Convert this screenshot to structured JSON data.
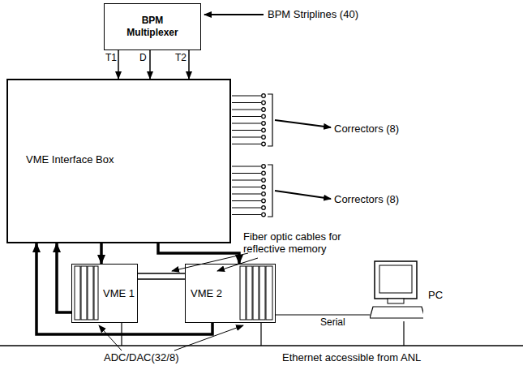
{
  "diagram": {
    "nodes": [
      {
        "text": [
          "BPM Multiplexer"
        ]
      },
      {
        "text": [
          "VME Interface Box"
        ]
      },
      {
        "text": [
          "VME 1"
        ]
      },
      {
        "text": [
          "VME 2"
        ]
      },
      {
        "text": [
          "PC"
        ]
      }
    ],
    "edges": [
      {
        "from": 0,
        "to": 1,
        "label": "T1",
        "arrow": "to"
      },
      {
        "from": 0,
        "to": 1,
        "label": "D",
        "arrow": "to"
      },
      {
        "from": 0,
        "to": 1,
        "label": "T2",
        "arrow": "to"
      },
      {
        "from": 1,
        "to": 2,
        "arrow": "to"
      },
      {
        "from": 1,
        "to": 3,
        "arrow": "to"
      },
      {
        "from": 2,
        "to": 1,
        "arrow": "to"
      },
      {
        "from": 3,
        "to": 1,
        "arrow": "to"
      },
      {
        "from": 2,
        "to": 3,
        "arrow": "none"
      },
      {
        "from": 4,
        "to": 3,
        "label": "Serial",
        "arrow": "none"
      }
    ],
    "labels": [
      "BPM Striplines (40)",
      "Correctors (8)",
      "Correctors (8)",
      "Fiber optic cables for reflective memory",
      "ADC/DAC(32/8)",
      "Ethernet accessible from ANL"
    ]
  }
}
